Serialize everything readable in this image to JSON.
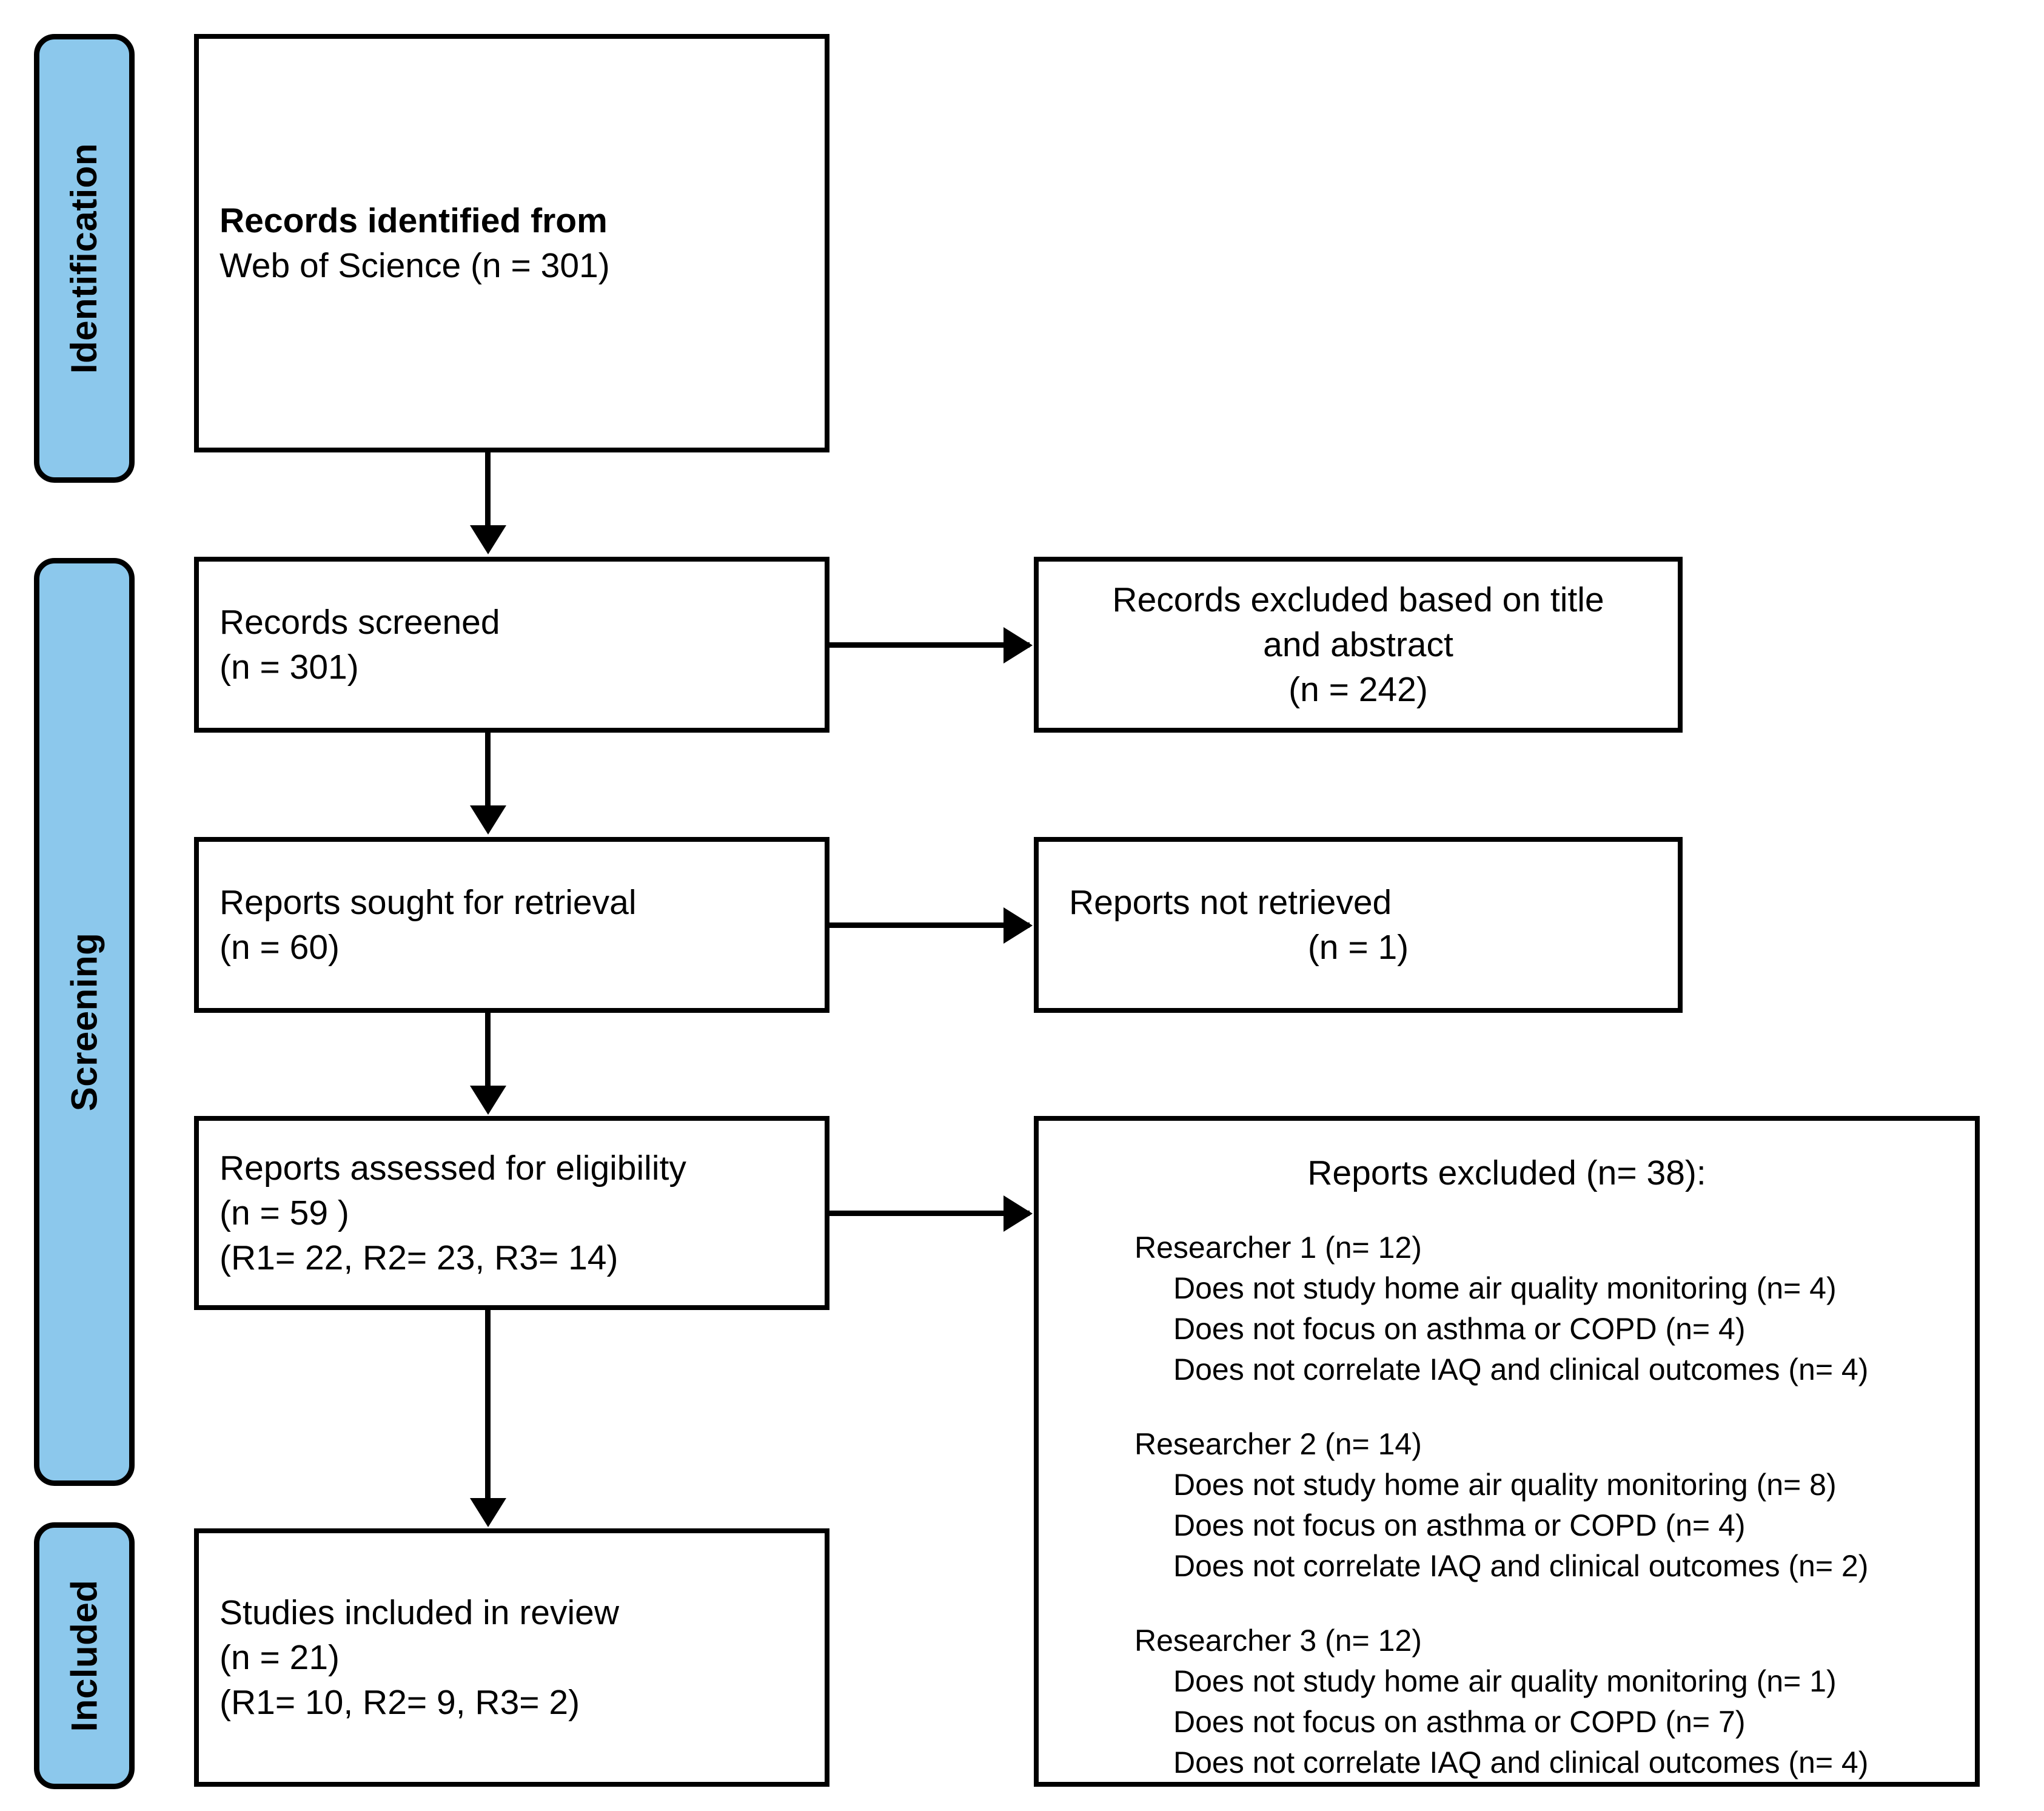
{
  "diagram": {
    "title": "PRISMA flow diagram",
    "accent_color": "#8CC8EC",
    "line_color": "#000000",
    "background": "#FFFFFF"
  },
  "phases": [
    {
      "id": "identification",
      "label": "Identification"
    },
    {
      "id": "screening",
      "label": "Screening"
    },
    {
      "id": "included",
      "label": "Included"
    }
  ],
  "boxes": {
    "identified": {
      "line1": "Records identified from",
      "line2": "Web of Science (n = 301)"
    },
    "screened": {
      "line1": "Records screened",
      "line2": "(n = 301)"
    },
    "excluded_title_abstract": {
      "line1": "Records excluded based on title",
      "line2": "and abstract",
      "line3": "(n = 242)"
    },
    "sought": {
      "line1": "Reports sought for retrieval",
      "line2": "(n = 60)"
    },
    "not_retrieved": {
      "line1": "Reports not retrieved",
      "line2": "(n = 1)"
    },
    "assessed": {
      "line1": "Reports assessed for eligibility",
      "line2": "(n = 59 )",
      "line3": "(R1= 22, R2= 23, R3= 14)"
    },
    "included_studies": {
      "line1": "Studies included in review",
      "line2": "(n = 21)",
      "line3": "(R1= 10, R2= 9, R3= 2)"
    },
    "reports_excluded": {
      "title": "Reports excluded (n= 38):",
      "groups": [
        {
          "head": "Researcher 1 (n= 12)",
          "items": [
            "Does not study home air quality monitoring (n= 4)",
            "Does not focus on asthma or COPD (n= 4)",
            "Does not correlate IAQ and clinical outcomes (n= 4)"
          ]
        },
        {
          "head": "Researcher 2 (n= 14)",
          "items": [
            "Does not study home air quality monitoring (n= 8)",
            "Does not focus on asthma or COPD (n= 4)",
            "Does not correlate IAQ and clinical outcomes (n= 2)"
          ]
        },
        {
          "head": "Researcher 3 (n= 12)",
          "items": [
            "Does not study home air quality monitoring (n= 1)",
            "Does not focus on asthma or COPD (n= 7)",
            "Does not correlate IAQ and clinical outcomes (n= 4)"
          ]
        }
      ]
    }
  },
  "chart_data": {
    "type": "diagram",
    "title": "PRISMA 2020 flow diagram for systematic review",
    "nodes": [
      {
        "id": "identified",
        "phase": "Identification",
        "label": "Records identified from Web of Science",
        "n": 301
      },
      {
        "id": "screened",
        "phase": "Screening",
        "label": "Records screened",
        "n": 301
      },
      {
        "id": "excluded_ta",
        "phase": "Screening",
        "label": "Records excluded based on title and abstract",
        "n": 242
      },
      {
        "id": "sought",
        "phase": "Screening",
        "label": "Reports sought for retrieval",
        "n": 60
      },
      {
        "id": "not_retrieved",
        "phase": "Screening",
        "label": "Reports not retrieved",
        "n": 1
      },
      {
        "id": "assessed",
        "phase": "Screening",
        "label": "Reports assessed for eligibility",
        "n": 59,
        "by_reviewer": {
          "R1": 22,
          "R2": 23,
          "R3": 14
        }
      },
      {
        "id": "reports_excluded",
        "phase": "Screening",
        "label": "Reports excluded",
        "n": 38,
        "by_reviewer": {
          "Researcher 1": {
            "total": 12,
            "Does not study home air quality monitoring": 4,
            "Does not focus on asthma or COPD": 4,
            "Does not correlate IAQ and clinical outcomes": 4
          },
          "Researcher 2": {
            "total": 14,
            "Does not study home air quality monitoring": 8,
            "Does not focus on asthma or COPD": 4,
            "Does not correlate IAQ and clinical outcomes": 2
          },
          "Researcher 3": {
            "total": 12,
            "Does not study home air quality monitoring": 1,
            "Does not focus on asthma or COPD": 7,
            "Does not correlate IAQ and clinical outcomes": 4
          }
        }
      },
      {
        "id": "included_studies",
        "phase": "Included",
        "label": "Studies included in review",
        "n": 21,
        "by_reviewer": {
          "R1": 10,
          "R2": 9,
          "R3": 2
        }
      }
    ],
    "edges": [
      {
        "from": "identified",
        "to": "screened",
        "direction": "down"
      },
      {
        "from": "screened",
        "to": "excluded_ta",
        "direction": "right"
      },
      {
        "from": "screened",
        "to": "sought",
        "direction": "down"
      },
      {
        "from": "sought",
        "to": "not_retrieved",
        "direction": "right"
      },
      {
        "from": "sought",
        "to": "assessed",
        "direction": "down"
      },
      {
        "from": "assessed",
        "to": "reports_excluded",
        "direction": "right"
      },
      {
        "from": "assessed",
        "to": "included_studies",
        "direction": "down"
      }
    ]
  }
}
